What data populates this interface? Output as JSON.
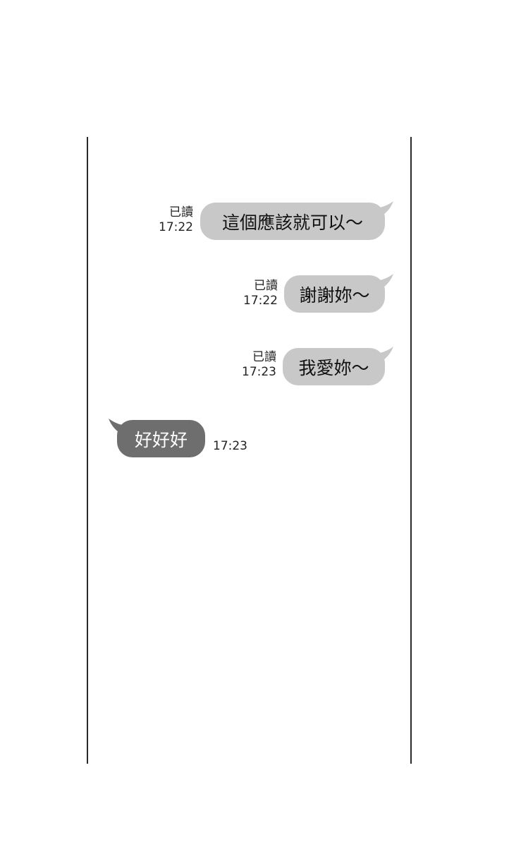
{
  "chat": {
    "messages": [
      {
        "direction": "outgoing",
        "text": "這個應該就可以～",
        "read_label": "已讀",
        "time": "17:22"
      },
      {
        "direction": "outgoing",
        "text": "謝謝妳～",
        "read_label": "已讀",
        "time": "17:22"
      },
      {
        "direction": "outgoing",
        "text": "我愛妳～",
        "read_label": "已讀",
        "time": "17:23"
      },
      {
        "direction": "incoming",
        "text": "好好好",
        "time": "17:23"
      }
    ]
  },
  "colors": {
    "outgoing_bubble": "#c8c8c8",
    "incoming_bubble": "#6e6e6e",
    "frame_line": "#2a2a2a"
  }
}
